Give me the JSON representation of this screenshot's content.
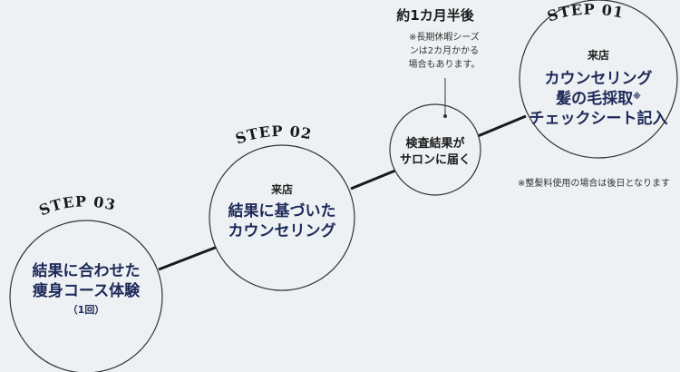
{
  "step1": {
    "label": "STEP 01",
    "place": "来店",
    "lines": [
      "カウンセリング",
      "髪の毛採取",
      "チェックシート記入"
    ],
    "mark": "※",
    "note": "※整髪料使用の場合は後日となります"
  },
  "step2": {
    "label": "STEP 02",
    "place": "来店",
    "lines": [
      "結果に基づいた",
      "カウンセリング"
    ]
  },
  "step3": {
    "label": "STEP 03",
    "lines": [
      "結果に合わせた",
      "痩身コース体験"
    ],
    "sub": "（1回）"
  },
  "middle": {
    "lines": [
      "検査結果が",
      "サロンに届く"
    ],
    "duration": "約1カ月半後",
    "note_lines": [
      "※長期休暇シーズ",
      "ンは2カ月かかる",
      "場合もあります。"
    ]
  }
}
